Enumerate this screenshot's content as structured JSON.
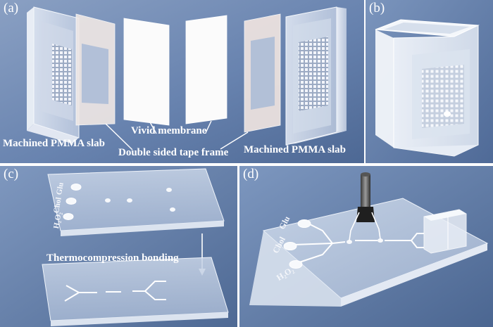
{
  "panels": {
    "a": {
      "label": "(a)",
      "slab_left": "Machined PMMA slab",
      "membrane": "Vivid membrane",
      "tape": "Double sided tape frame",
      "slab_right": "Machined PMMA slab"
    },
    "b": {
      "label": "(b)"
    },
    "c": {
      "label": "(c)",
      "bonding": "Thermocompression bonding",
      "port_1": "Glu",
      "port_2": "Chol",
      "port_3": "H₂O₂"
    },
    "d": {
      "label": "(d)",
      "port_1": "Glu",
      "port_2": "Chol",
      "port_3": "H₂O₂"
    }
  },
  "colors": {
    "background": "#5d7aa6",
    "text": "#ffffff",
    "pmma": "#dfe6f2",
    "membrane": "#f8f8f8",
    "tape": "#ece4e0"
  }
}
